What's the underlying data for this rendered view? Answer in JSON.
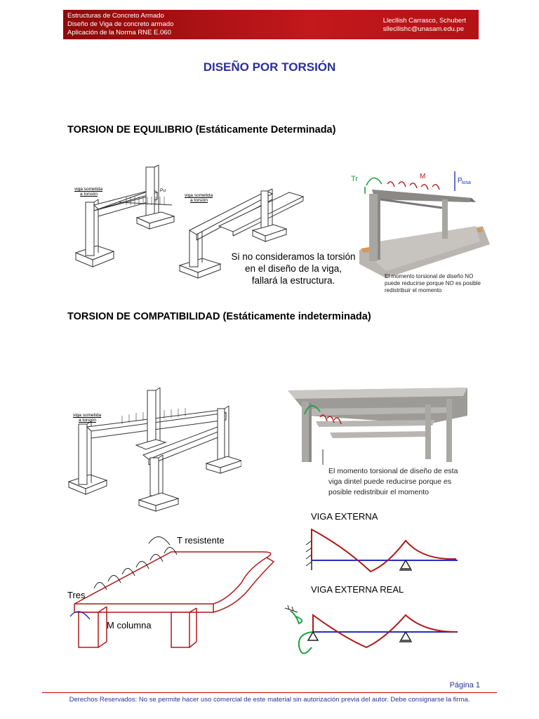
{
  "header": {
    "line1": "Estructuras de Concreto Armado",
    "line2": "Diseño de Viga de concreto armado",
    "line3": "Aplicación de la Norma  RNE E.060",
    "author": "Llecllish Carrasco, Schubert",
    "email": "sllecllishc@unasam.edu.pe"
  },
  "title": "DISEÑO POR TORSIÓN",
  "section1": {
    "heading": "TORSION DE EQUILIBRIO (Estáticamente Determinada)",
    "label_viga_a": "viga sometida",
    "label_viga_b": "a torsión",
    "label_pu": "Pu",
    "note_line1": "Si no consideramos la torsión",
    "note_line2": "en el diseño de la viga,",
    "note_line3": "fallará la estructura.",
    "photo_label_tr": "Tr",
    "photo_label_m": "M",
    "photo_label_p": "P",
    "photo_label_losa": "losa",
    "photo_caption1": "El momento torsional de diseño NO",
    "photo_caption2": "puede reducirse porque NO es posible",
    "photo_caption3": "redistribuir el momento"
  },
  "section2": {
    "heading": "TORSION DE COMPATIBILIDAD (Estáticamente indeterminada)",
    "photo_caption1": "El momento torsional de diseño de esta",
    "photo_caption2": "viga dintel puede reducirse porque es",
    "photo_caption3": "posible redistribuir el momento",
    "label_t_resistente": "T resistente",
    "label_tres": "Tres",
    "label_m_columna": "M columna",
    "label_viga_externa": "VIGA EXTERNA",
    "label_viga_externa_real": "VIGA EXTERNA REAL"
  },
  "page": "Página 1",
  "footer": "Derechos Reservados: No se permite hacer uso comercial de este material sin autorización previa del autor. Debe consignarse la firma.",
  "colors": {
    "header_red": "#b41216",
    "title_blue": "#2b2f9a",
    "moment_red": "#b01818",
    "axis_blue": "#2030c0",
    "spring_green": "#20a040"
  }
}
